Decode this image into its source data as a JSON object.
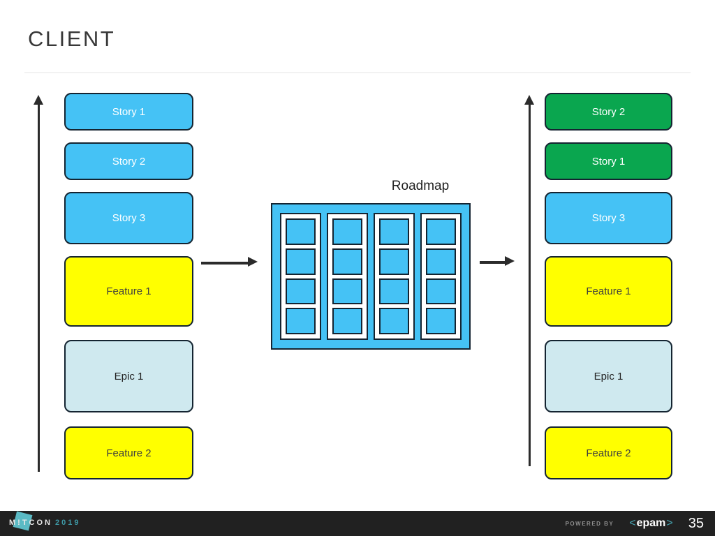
{
  "slide": {
    "title": "CLIENT",
    "page_number": "35"
  },
  "left_column": {
    "items": [
      {
        "label": "Story 1",
        "type": "story-blue"
      },
      {
        "label": "Story 2",
        "type": "story-blue"
      },
      {
        "label": "Story 3",
        "type": "story-blue"
      },
      {
        "label": "Feature 1",
        "type": "feature"
      },
      {
        "label": "Epic 1",
        "type": "epic"
      },
      {
        "label": "Feature 2",
        "type": "feature"
      }
    ]
  },
  "right_column": {
    "items": [
      {
        "label": "Story 2",
        "type": "story-green"
      },
      {
        "label": "Story 1",
        "type": "story-green"
      },
      {
        "label": "Story 3",
        "type": "story-blue"
      },
      {
        "label": "Feature 1",
        "type": "feature"
      },
      {
        "label": "Epic 1",
        "type": "epic"
      },
      {
        "label": "Feature 2",
        "type": "feature"
      }
    ]
  },
  "roadmap": {
    "label": "Roadmap",
    "columns": 4,
    "cells_per_column": 4
  },
  "footer": {
    "logo_text": "M!TCON",
    "logo_year": "2019",
    "powered_by": "POWERED BY",
    "bracket_left": "<",
    "brand_name": "epam",
    "bracket_right": ">",
    "page_number": "35"
  },
  "colors": {
    "story_blue": "#45C2F5",
    "story_green": "#0AA64F",
    "feature_yellow": "#FFFF00",
    "epic_pale": "#CFE9EF",
    "border_dark": "#142431",
    "arrow_dark": "#2b2b2b",
    "footer_bg": "#212121",
    "accent_teal": "#5BBAC4"
  }
}
